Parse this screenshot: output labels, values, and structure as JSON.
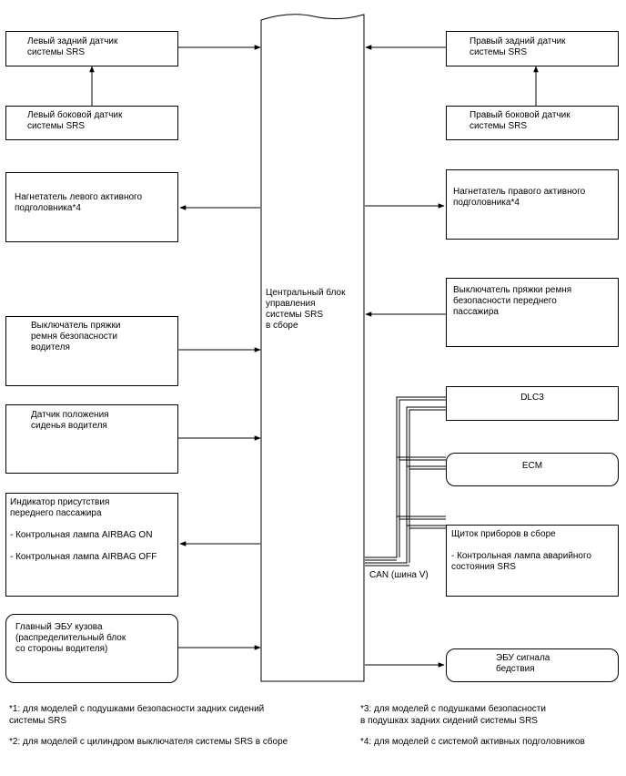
{
  "central": {
    "label": "Центральный блок\nуправления\nсистемы SRS\nв сборе"
  },
  "left": {
    "rear_sensor": "Левый задний датчик\nсистемы SRS",
    "side_sensor": "Левый боковой датчик\nсистемы SRS",
    "headrest": "Нагнетатель левого активного\nподголовника*4",
    "driver_buckle": "Выключатель пряжки\nремня безопасности\nводителя",
    "seat_position": "Датчик положения\nсиденья водителя",
    "occupant_indicator": "Индикатор присутствия\nпереднего пассажира\n\n- Контрольная лампа AIRBAG ON\n\n- Контрольная лампа AIRBAG OFF",
    "body_ecu": "Главный ЭБУ кузова\n(распределительный блок\nсо стороны водителя)"
  },
  "right": {
    "rear_sensor": "Правый задний датчик\nсистемы SRS",
    "side_sensor": "Правый боковой датчик\nсистемы SRS",
    "headrest": "Нагнетатель правого активного\nподголовника*4",
    "passenger_buckle": "Выключатель пряжки ремня\nбезопасности переднего\nпассажира",
    "dlc3": "DLC3",
    "ecm": "ECM",
    "combination_meter": "Щиток приборов в сборе\n\n- Контрольная лампа аварийного\nсостояния SRS",
    "emergency_ecu": "ЭБУ сигнала\nбедствия"
  },
  "can_label": "CAN (шина V)",
  "notes": {
    "n1": "*1: для моделей с подушками безопасности задних сидений\nсистемы SRS",
    "n2": "*2: для моделей с цилиндром выключателя системы SRS в сборе",
    "n3": "*3: для моделей с подушками безопасности\nв подушках задних сидений системы SRS",
    "n4": "*4: для моделей с системой активных подголовников"
  }
}
